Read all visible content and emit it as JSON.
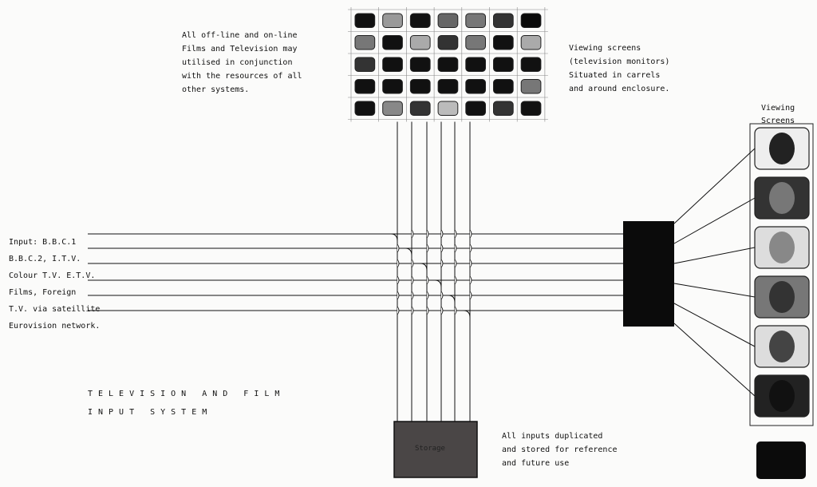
{
  "notes": {
    "top_left": [
      "All off-line and on-line",
      "Films and Television may",
      "utilised in conjunction",
      "with the resources of all",
      "other systems."
    ],
    "top_right": [
      "Viewing screens",
      "(television monitors)",
      "Situated in carrels",
      "and around enclosure."
    ],
    "storage_note": [
      "All inputs duplicated",
      "and stored for reference",
      "and future use"
    ]
  },
  "inputs": [
    "Input: B.B.C.1",
    "B.B.C.2, I.T.V.",
    "Colour T.V. E.T.V.",
    "Films, Foreign",
    "T.V. via sateillite",
    "Eurovision network."
  ],
  "title": [
    "TELEVISION AND FILM",
    "INPUT SYSTEM"
  ],
  "storage_label": "Storage",
  "screens_label": [
    "Viewing",
    "Screens"
  ],
  "monitor_shades": [
    [
      "#111",
      "#999",
      "#111",
      "#666",
      "#777",
      "#333",
      "#0a0a0a"
    ],
    [
      "#777",
      "#111",
      "#aaa",
      "#333",
      "#777",
      "#111",
      "#aaa"
    ],
    [
      "#333",
      "#111",
      "#111",
      "#111",
      "#111",
      "#111",
      "#111"
    ],
    [
      "#111",
      "#111",
      "#111",
      "#111",
      "#111",
      "#111",
      "#777"
    ],
    [
      "#111",
      "#888",
      "#333",
      "#bbb",
      "#111",
      "#333",
      "#111"
    ]
  ]
}
